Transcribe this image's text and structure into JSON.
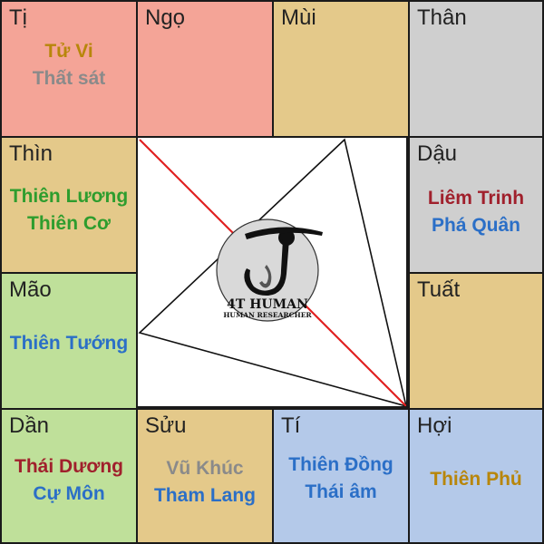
{
  "palaces": [
    {
      "branch": "Tị",
      "stars": [
        {
          "name": "Tử Vi",
          "color": "#b8860b"
        },
        {
          "name": "Thất sát",
          "color": "#8a8a8a"
        }
      ],
      "bg": "#f4a497"
    },
    {
      "branch": "Ngọ",
      "stars": [],
      "bg": "#f4a497"
    },
    {
      "branch": "Mùi",
      "stars": [],
      "bg": "#e4c98a"
    },
    {
      "branch": "Thân",
      "stars": [],
      "bg": "#cfcfcf"
    },
    {
      "branch": "Thìn",
      "stars": [
        {
          "name": "Thiên Lương",
          "color": "#2e9d2e"
        },
        {
          "name": "Thiên Cơ",
          "color": "#2e9d2e"
        }
      ],
      "bg": "#e4c98a"
    },
    {
      "branch": "Dậu",
      "stars": [
        {
          "name": "Liêm Trinh",
          "color": "#a0202c"
        },
        {
          "name": "Phá Quân",
          "color": "#2b6fc7"
        }
      ],
      "bg": "#cfcfcf"
    },
    {
      "branch": "Mão",
      "stars": [
        {
          "name": "Thiên Tướng",
          "color": "#2b6fc7"
        }
      ],
      "bg": "#bfe09a"
    },
    {
      "branch": "Tuất",
      "stars": [],
      "bg": "#e4c98a"
    },
    {
      "branch": "Dần",
      "stars": [
        {
          "name": "Thái Dương",
          "color": "#a0202c"
        },
        {
          "name": "Cự Môn",
          "color": "#2b6fc7"
        }
      ],
      "bg": "#bfe09a"
    },
    {
      "branch": "Sửu",
      "stars": [
        {
          "name": "Vũ Khúc",
          "color": "#8a8a8a"
        },
        {
          "name": "Tham Lang",
          "color": "#2b6fc7"
        }
      ],
      "bg": "#e4c98a"
    },
    {
      "branch": "Tí",
      "stars": [
        {
          "name": "Thiên Đồng",
          "color": "#2b6fc7"
        },
        {
          "name": "Thái âm",
          "color": "#2b6fc7"
        }
      ],
      "bg": "#b4c9e9"
    },
    {
      "branch": "Hợi",
      "stars": [
        {
          "name": "Thiên Phủ",
          "color": "#b8860b"
        }
      ],
      "bg": "#b4c9e9"
    }
  ],
  "logo": {
    "title": "4T HUMAN",
    "subtitle": "HUMAN RESEARCHER"
  },
  "colors": {
    "grid_line": "#1a1a1a",
    "diagonal": "#e02020",
    "logo_circle": "#d9d9d9"
  }
}
